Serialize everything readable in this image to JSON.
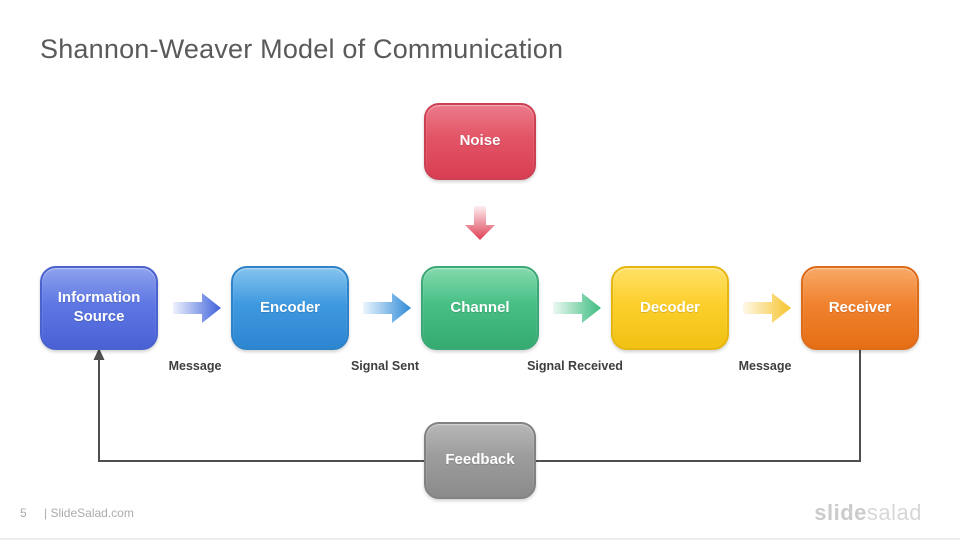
{
  "slide": {
    "title": "Shannon-Weaver Model of Communication"
  },
  "diagram": {
    "noise": {
      "label": "Noise",
      "fill": "#E25566",
      "border": "#CB4053",
      "text_color": "#FFFFFF"
    },
    "nodes": [
      {
        "id": "information-source",
        "label": "Information Source",
        "fill": "#5E77E3",
        "border": "#4A62CE"
      },
      {
        "id": "encoder",
        "label": "Encoder",
        "fill": "#3F99E0",
        "border": "#2E82C8"
      },
      {
        "id": "channel",
        "label": "Channel",
        "fill": "#48BF86",
        "border": "#3BA877"
      },
      {
        "id": "decoder",
        "label": "Decoder",
        "fill": "#FCCF2C",
        "border": "#E5B70E"
      },
      {
        "id": "receiver",
        "label": "Receiver",
        "fill": "#F0822F",
        "border": "#DC6B1A"
      }
    ],
    "connector_labels": [
      "Message",
      "Signal Sent",
      "Signal Received",
      "Message"
    ],
    "arrow_colors": [
      "#3F62DC",
      "#2E8BD8",
      "#3CBB7E",
      "#F6C32C"
    ],
    "noise_arrow_color": "#DD3F54",
    "feedback": {
      "label": "Feedback",
      "fill": "#9C9C9C",
      "border": "#828282"
    },
    "feedback_line_color": "#4F4F4F"
  },
  "footer": {
    "page_number": "5",
    "site_text": "| SlideSalad.com",
    "logo_bold": "slide",
    "logo_light": "salad"
  }
}
